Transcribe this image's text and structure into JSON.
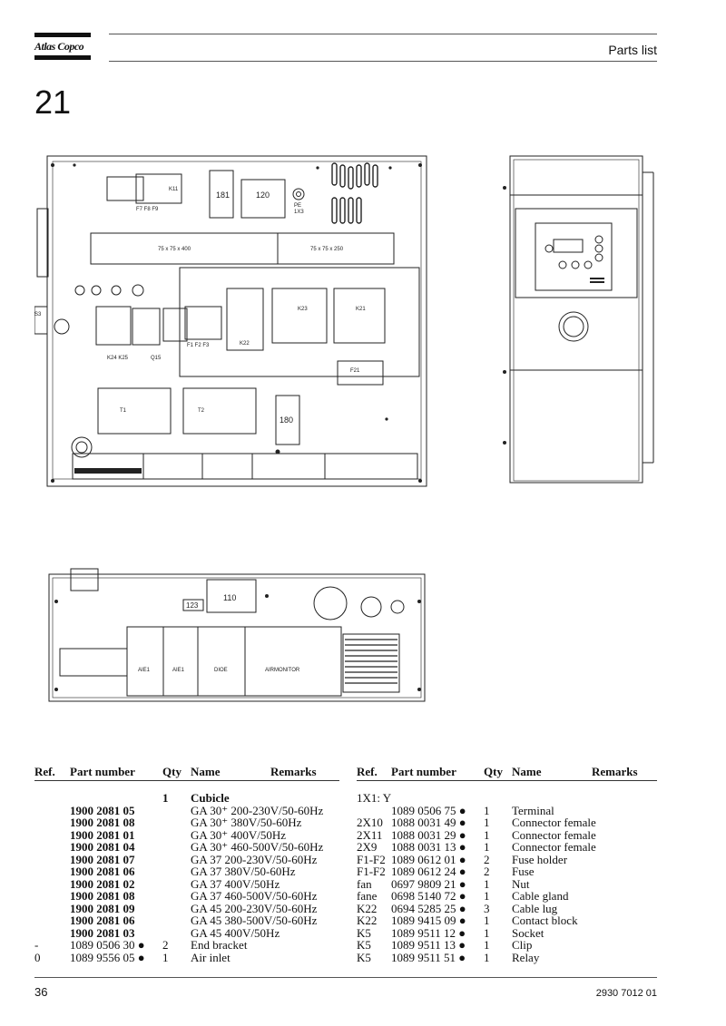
{
  "header": {
    "brand": "Atlas Copco",
    "title": "Parts list",
    "section_number": "21"
  },
  "drawing_labels": {
    "front": {
      "c181": "181",
      "c120": "120",
      "pe": "PE",
      "pe2": "1X3",
      "k11": "K11",
      "f789": "F7 F8 F9",
      "duct1": "75 x 75 x 400",
      "duct2": "75 x 75 x 250",
      "k22": "K22",
      "k23": "K23",
      "k21": "K21",
      "f21": "F21",
      "f123": "F1 F2 F3",
      "qf1": "Q15",
      "s3": "S3",
      "t1": "T1",
      "t2": "T2",
      "c180": "180",
      "k24": "K24 K25"
    },
    "bottom": {
      "c110": "110",
      "c123": "123",
      "m1": "AIE1",
      "m2": "AIE1",
      "m3": "DIOE",
      "m4": "AIRMONITOR"
    }
  },
  "table_headers": {
    "ref": "Ref.",
    "part": "Part number",
    "qty": "Qty",
    "name": "Name",
    "remarks": "Remarks"
  },
  "left_rows": [
    {
      "ref": "",
      "part": "",
      "qty": "1",
      "name": "Cubicle",
      "bold": true
    },
    {
      "ref": "",
      "part": "1900 2081 05",
      "qty": "",
      "name": "GA 30⁺ 200-230V/50-60Hz",
      "bold": false
    },
    {
      "ref": "",
      "part": "1900 2081 08",
      "qty": "",
      "name": "GA 30⁺ 380V/50-60Hz",
      "bold": false
    },
    {
      "ref": "",
      "part": "1900 2081 01",
      "qty": "",
      "name": "GA 30⁺ 400V/50Hz",
      "bold": false
    },
    {
      "ref": "",
      "part": "1900 2081 04",
      "qty": "",
      "name": "GA 30⁺ 460-500V/50-60Hz",
      "bold": false
    },
    {
      "ref": "",
      "part": "1900 2081 07",
      "qty": "",
      "name": "GA 37 200-230V/50-60Hz",
      "bold": false
    },
    {
      "ref": "",
      "part": "1900 2081 06",
      "qty": "",
      "name": "GA 37 380V/50-60Hz",
      "bold": false
    },
    {
      "ref": "",
      "part": "1900 2081 02",
      "qty": "",
      "name": "GA 37 400V/50Hz",
      "bold": false
    },
    {
      "ref": "",
      "part": "1900 2081 08",
      "qty": "",
      "name": "GA 37 460-500V/50-60Hz",
      "bold": false
    },
    {
      "ref": "",
      "part": "1900 2081 09",
      "qty": "",
      "name": "GA 45 200-230V/50-60Hz",
      "bold": false
    },
    {
      "ref": "",
      "part": "1900 2081 06",
      "qty": "",
      "name": "GA 45 380-500V/50-60Hz",
      "bold": false
    },
    {
      "ref": "",
      "part": "1900 2081 03",
      "qty": "",
      "name": "GA 45 400V/50Hz",
      "bold": false
    },
    {
      "ref": "-",
      "part": "1089 0506 30 ●",
      "qty": "2",
      "name": "End bracket",
      "bold": false
    },
    {
      "ref": "0",
      "part": "1089 9556 05 ●",
      "qty": "1",
      "name": "Air inlet",
      "bold": false
    }
  ],
  "right_rows": [
    {
      "ref": "1X1: Y",
      "part": "",
      "qty": "",
      "name": ""
    },
    {
      "ref": "",
      "part": "1089 0506 75 ●",
      "qty": "1",
      "name": "Terminal"
    },
    {
      "ref": "2X10",
      "part": "1088 0031 49 ●",
      "qty": "1",
      "name": "Connector female"
    },
    {
      "ref": "2X11",
      "part": "1088 0031 29 ●",
      "qty": "1",
      "name": "Connector female"
    },
    {
      "ref": "2X9",
      "part": "1088 0031 13 ●",
      "qty": "1",
      "name": "Connector female"
    },
    {
      "ref": "F1-F2",
      "part": "1089 0612 01 ●",
      "qty": "2",
      "name": "Fuse holder"
    },
    {
      "ref": "F1-F2",
      "part": "1089 0612 24 ●",
      "qty": "2",
      "name": "Fuse"
    },
    {
      "ref": "fan",
      "part": "0697 9809 21 ●",
      "qty": "1",
      "name": "Nut"
    },
    {
      "ref": "fane",
      "part": "0698 5140 72 ●",
      "qty": "1",
      "name": "Cable gland"
    },
    {
      "ref": "K22",
      "part": "0694 5285 25 ●",
      "qty": "3",
      "name": "Cable lug"
    },
    {
      "ref": "K22",
      "part": "1089 9415 09 ●",
      "qty": "1",
      "name": "Contact block"
    },
    {
      "ref": "K5",
      "part": "1089 9511 12 ●",
      "qty": "1",
      "name": "Socket"
    },
    {
      "ref": "K5",
      "part": "1089 9511 13 ●",
      "qty": "1",
      "name": "Clip"
    },
    {
      "ref": "K5",
      "part": "1089 9511 51 ●",
      "qty": "1",
      "name": "Relay"
    }
  ],
  "footer": {
    "page": "36",
    "doc": "2930 7012 01"
  }
}
